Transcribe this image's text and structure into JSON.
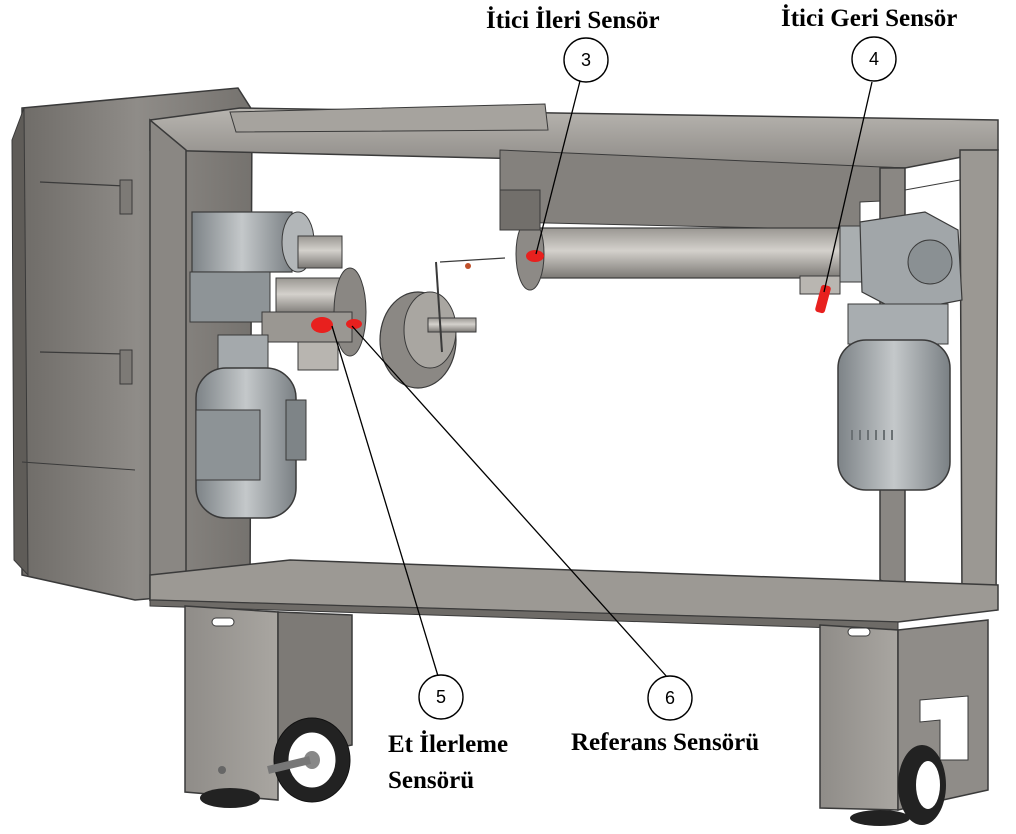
{
  "labels": {
    "pusher_forward": "İtici İleri Sensör",
    "pusher_back": "İtici Geri Sensör",
    "meat_advance_line1": "Et İlerleme",
    "meat_advance_line2": "Sensörü",
    "reference": "Referans Sensörü"
  },
  "callouts": [
    {
      "number": "3",
      "name": "pusher-forward-sensor"
    },
    {
      "number": "4",
      "name": "pusher-back-sensor"
    },
    {
      "number": "5",
      "name": "meat-advance-sensor"
    },
    {
      "number": "6",
      "name": "reference-sensor"
    }
  ],
  "colors": {
    "frame": "#8c8a86",
    "frame_light": "#b3b0ab",
    "frame_dark": "#6e6b67",
    "motor": "#9ea3a6",
    "sensor": "#e8201e",
    "outline": "#3a3a3a"
  }
}
